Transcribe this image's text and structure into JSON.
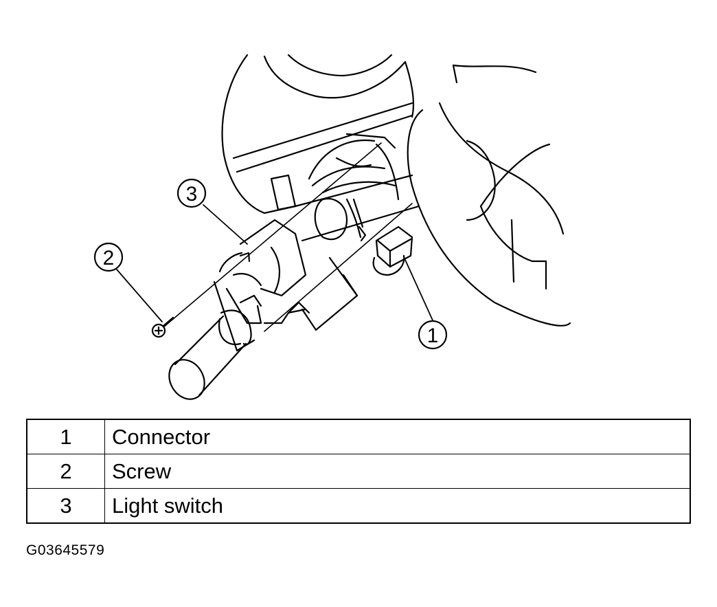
{
  "callouts": [
    {
      "number": "1",
      "label": "Connector"
    },
    {
      "number": "2",
      "label": "Screw"
    },
    {
      "number": "3",
      "label": "Light switch"
    }
  ],
  "legend": {
    "rows": [
      {
        "number": "1",
        "description": "Connector"
      },
      {
        "number": "2",
        "description": "Screw"
      },
      {
        "number": "3",
        "description": "Light switch"
      }
    ]
  },
  "figure_id": "G03645579"
}
